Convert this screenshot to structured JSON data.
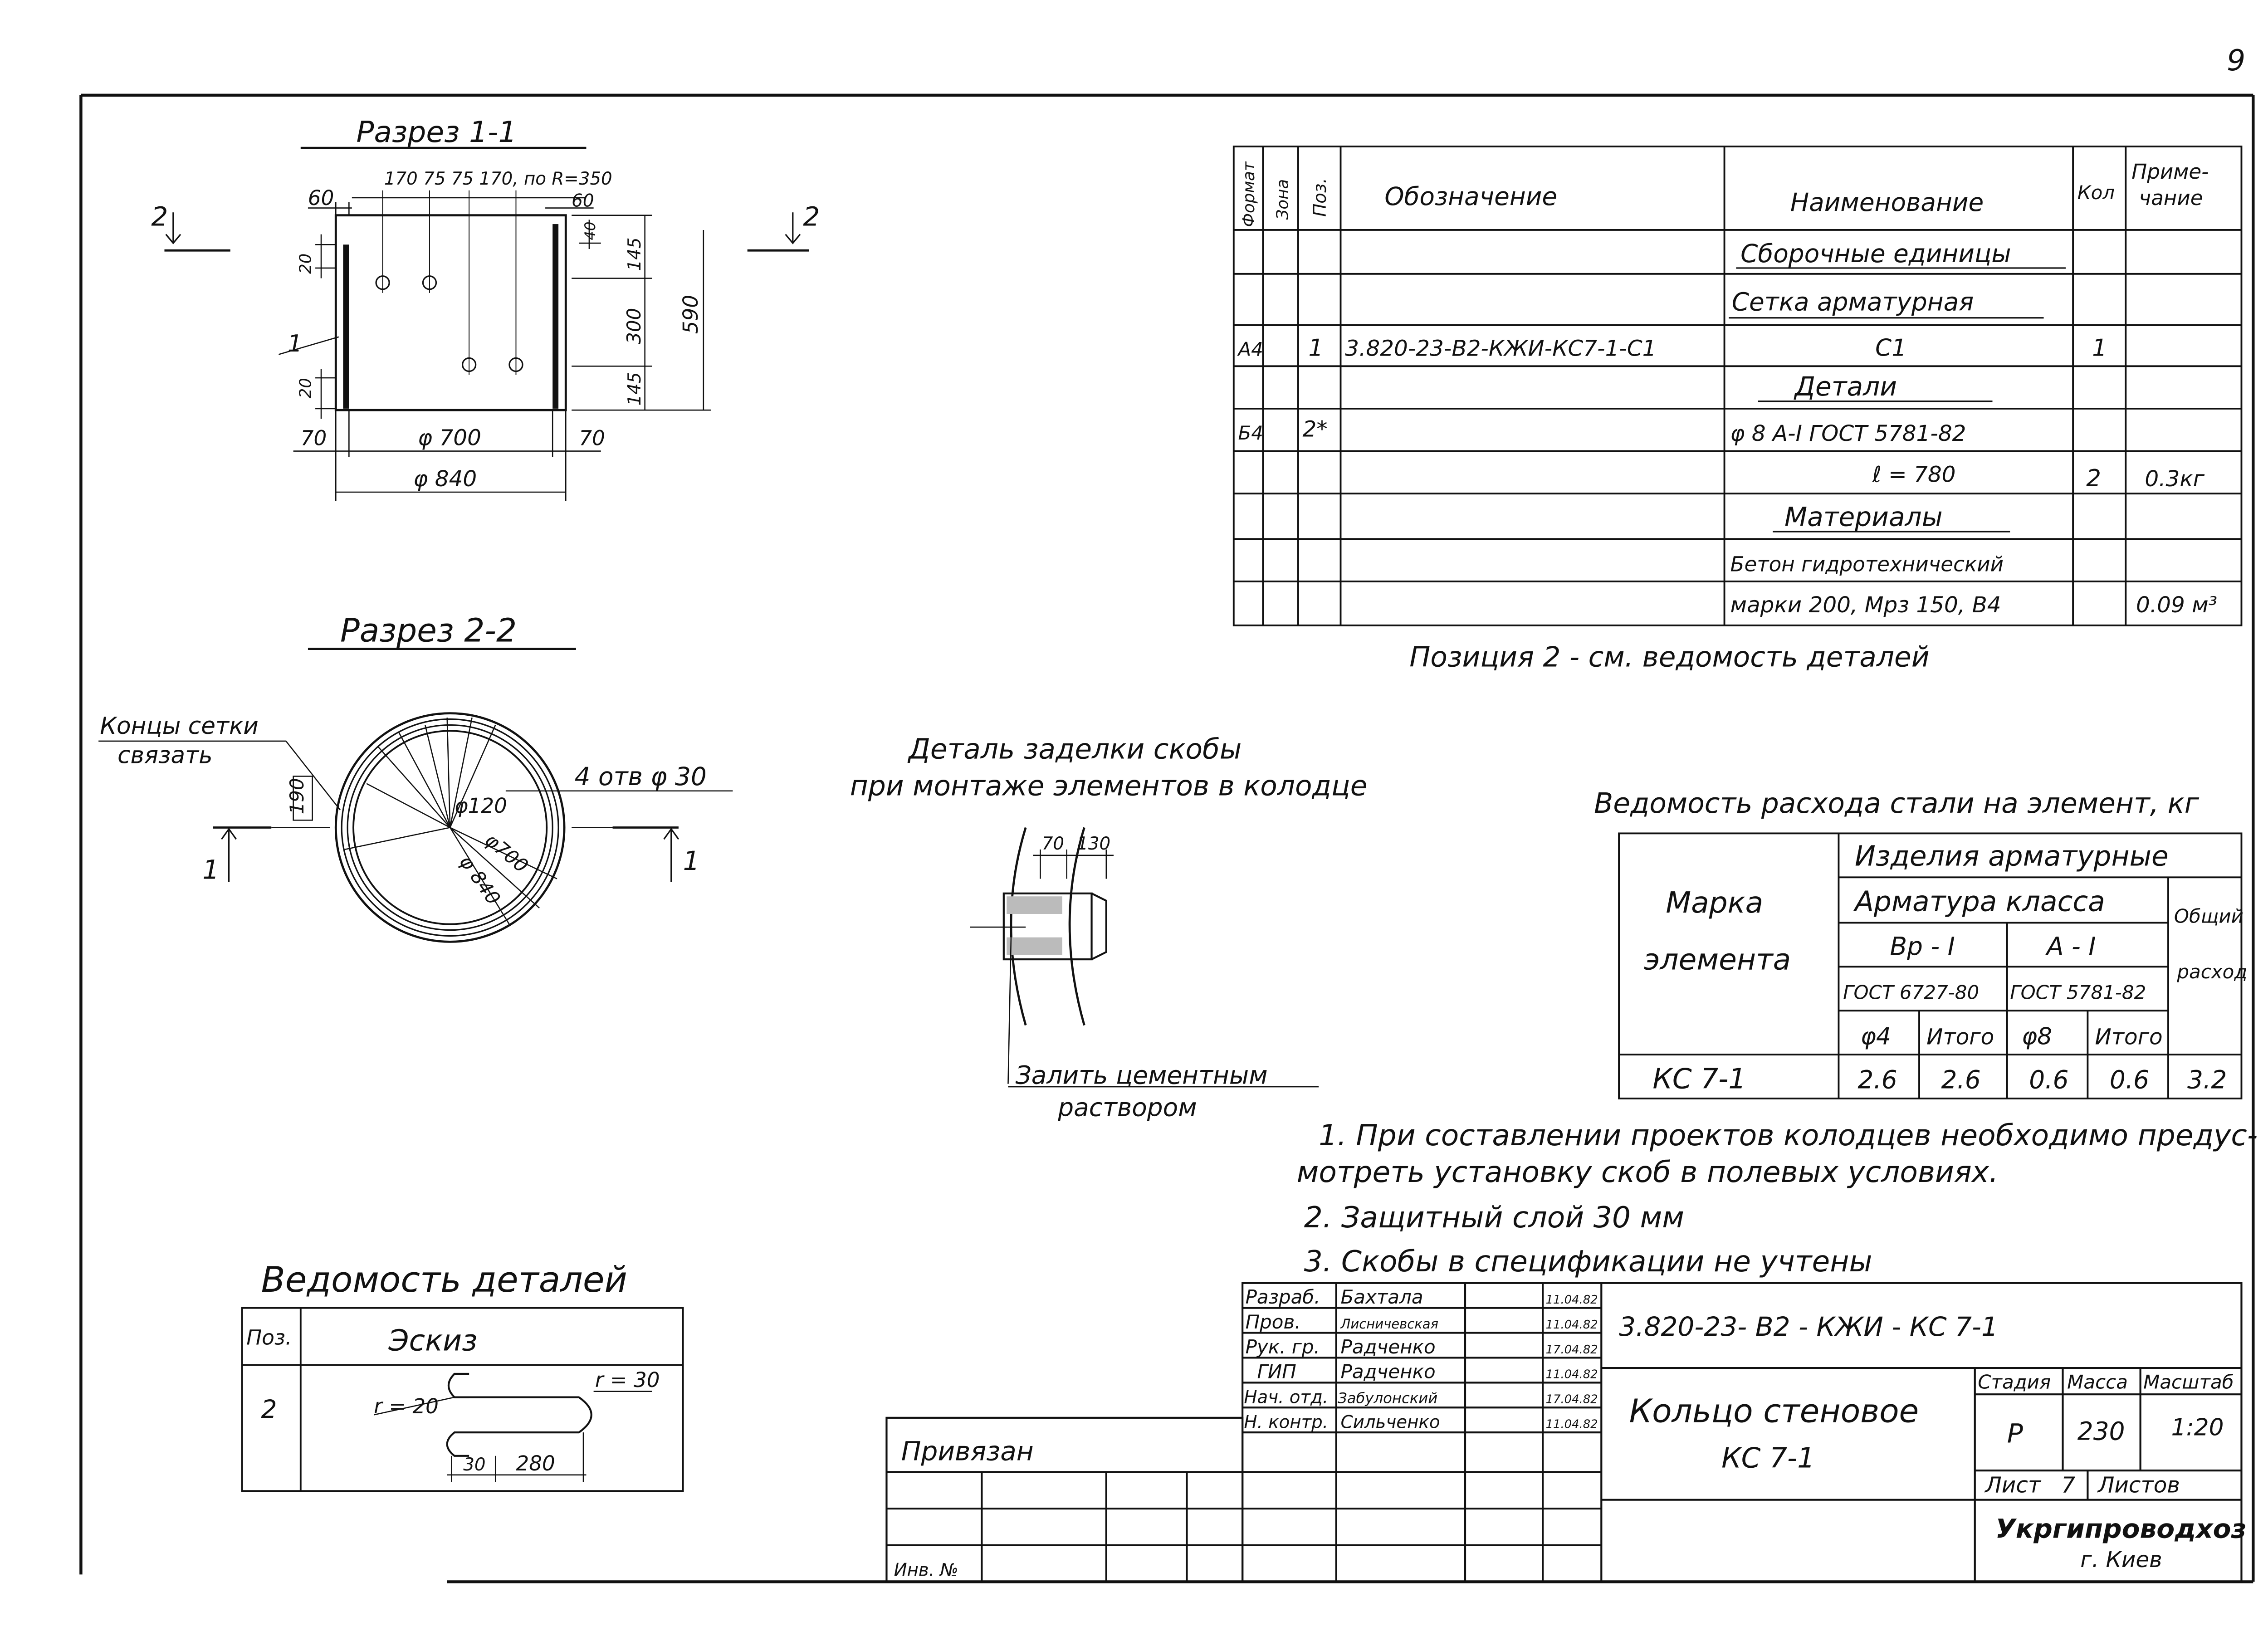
{
  "page_number": "9",
  "section_1": {
    "title": "Разрез 1-1",
    "cut_label": "2",
    "dims": {
      "top": "170 75 75 170, по R=350",
      "left_top": "60",
      "right_top": "60",
      "right_small": "40",
      "left_upper": "20",
      "left_lower": "20",
      "right_145_top": "145",
      "right_300": "300",
      "right_145_bottom": "145",
      "total_height": "590",
      "inner_width": "φ 700",
      "outer_width": "φ 840",
      "left_offset": "70",
      "right_offset": "70",
      "pos_callout": "1"
    }
  },
  "section_2": {
    "title": "Разрез 2-2",
    "note_tie": [
      "Концы сетки",
      "связать"
    ],
    "holes": "4 отв φ 30",
    "dim_190": "190",
    "d120": "φ120",
    "d700": "φ700",
    "d840": "φ 840",
    "cut_label": "1"
  },
  "detail": {
    "title": [
      "Деталь заделки скобы",
      "при монтаже элементов в колодце"
    ],
    "dim_70": "70",
    "dim_130": "130",
    "note": [
      "Залить цементным",
      "раствором"
    ]
  },
  "spec_table": {
    "headers": [
      "Формат",
      "Зона",
      "Поз.",
      "Обозначение",
      "Наименование",
      "Кол",
      "Приме-\nчание"
    ],
    "rows": [
      {
        "format": "",
        "zone": "",
        "pos": "",
        "code": "",
        "name": "Сборочные единицы",
        "qty": "",
        "note": "",
        "underline": true
      },
      {
        "format": "",
        "zone": "",
        "pos": "",
        "code": "",
        "name": "Сетка арматурная",
        "qty": "",
        "note": "",
        "underline": true
      },
      {
        "format": "А4",
        "zone": "",
        "pos": "1",
        "code": "3.820-23-В2-КЖИ-КС7-1-С1",
        "name": "С1",
        "qty": "1",
        "note": ""
      },
      {
        "format": "",
        "zone": "",
        "pos": "",
        "code": "",
        "name": "Детали",
        "qty": "",
        "note": "",
        "underline": true
      },
      {
        "format": "Б4",
        "zone": "",
        "pos": "2*",
        "code": "",
        "name": "φ 8 А-I ГОСТ 5781-82",
        "qty": "",
        "note": ""
      },
      {
        "format": "",
        "zone": "",
        "pos": "",
        "code": "",
        "name": "ℓ = 780",
        "qty": "2",
        "note": "0.3кг"
      },
      {
        "format": "",
        "zone": "",
        "pos": "",
        "code": "",
        "name": "Материалы",
        "qty": "",
        "note": "",
        "underline": true
      },
      {
        "format": "",
        "zone": "",
        "pos": "",
        "code": "",
        "name": "Бетон гидротехнический",
        "qty": "",
        "note": ""
      },
      {
        "format": "",
        "zone": "",
        "pos": "",
        "code": "",
        "name": "марки 200, Мрз 150, В4",
        "qty": "",
        "note": "0.09 м³"
      }
    ],
    "footnote": "Позиция 2 - см. ведомость деталей"
  },
  "steel_table": {
    "title": "Ведомость расхода стали на элемент, кг",
    "col_mark": [
      "Марка",
      "элемента"
    ],
    "group": "Изделия арматурные",
    "subgroup": "Арматура класса",
    "total": [
      "Общий",
      "расход"
    ],
    "class_a": "Вр - I",
    "class_b": "А - I",
    "gost_a": "ГОСТ 6727-80",
    "gost_b": "ГОСТ 5781-82",
    "sub": [
      "φ4",
      "Итого",
      "φ8",
      "Итого"
    ],
    "row": {
      "mark": "КС 7-1",
      "v1": "2.6",
      "v2": "2.6",
      "v3": "0.6",
      "v4": "0.6",
      "total": "3.2"
    }
  },
  "notes": [
    "1. При составлении проектов колодцев необходимо предус-",
    "мотреть установку скоб в полевых условиях.",
    "2. Защитный слой 30 мм",
    "3. Скобы в спецификации не учтены"
  ],
  "details_table": {
    "title": "Ведомость деталей",
    "headers": [
      "Поз.",
      "Эскиз"
    ],
    "row_pos": "2",
    "r1": "r = 20",
    "r2": "r = 30",
    "d30": "30",
    "d280": "280"
  },
  "title_block": {
    "bound": "Привязан",
    "inv": "Инв. №",
    "roles": [
      {
        "role": "Разраб.",
        "name": "Бахтала",
        "date": "11.04.82"
      },
      {
        "role": "Пров.",
        "name": "Лисничевская",
        "date": "11.04.82"
      },
      {
        "role": "Рук. гр.",
        "name": "Радченко",
        "date": "17.04.82"
      },
      {
        "role": "ГИП",
        "name": "Радченко",
        "date": "11.04.82"
      },
      {
        "role": "Нач. отд.",
        "name": "Забулонский",
        "date": "17.04.82"
      },
      {
        "role": "Н. контр.",
        "name": "Сильченко",
        "date": "11.04.82"
      }
    ],
    "code": "3.820-23- В2 - КЖИ - КС 7-1",
    "name": [
      "Кольцо стеновое",
      "КС 7-1"
    ],
    "stage_label": "Стадия",
    "mass_label": "Масса",
    "scale_label": "Масштаб",
    "stage": "Р",
    "mass": "230",
    "scale": "1:20",
    "sheet_label": "Лист",
    "sheet": "7",
    "sheets_label": "Листов",
    "org": "Укргипроводхоз",
    "city": "г. Киев"
  }
}
